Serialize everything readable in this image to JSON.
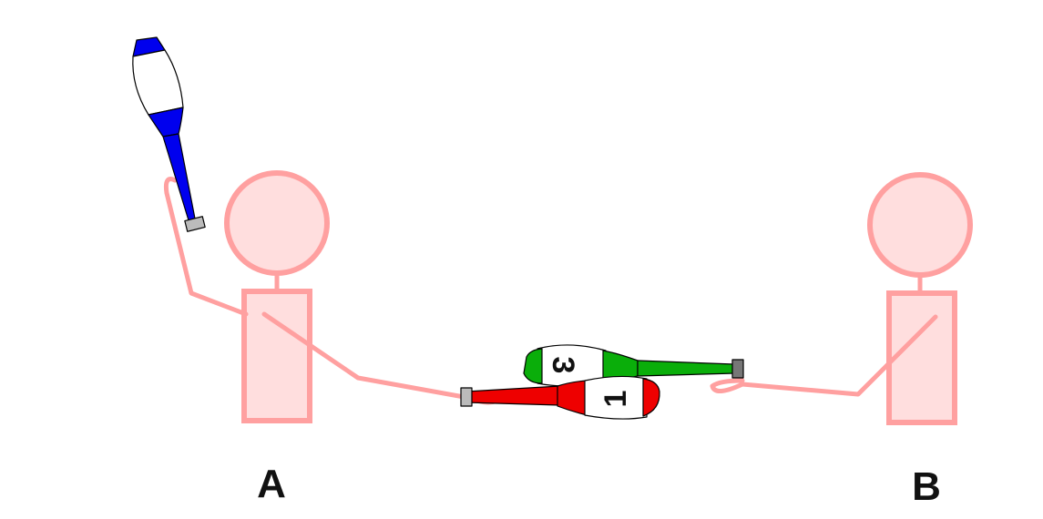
{
  "jugglers": [
    {
      "label": "A"
    },
    {
      "label": "B"
    }
  ],
  "clubs": [
    {
      "number": "3",
      "color": "#0aae0a"
    },
    {
      "number": "1",
      "color": "#ee0000"
    },
    {
      "number": "",
      "color": "#0000ee"
    }
  ],
  "colors": {
    "body_fill": "#ffdede",
    "body_stroke": "#ffa0a0",
    "club_white": "#ffffff",
    "knob": "#bbbbbb",
    "knob_dark": "#777777"
  }
}
